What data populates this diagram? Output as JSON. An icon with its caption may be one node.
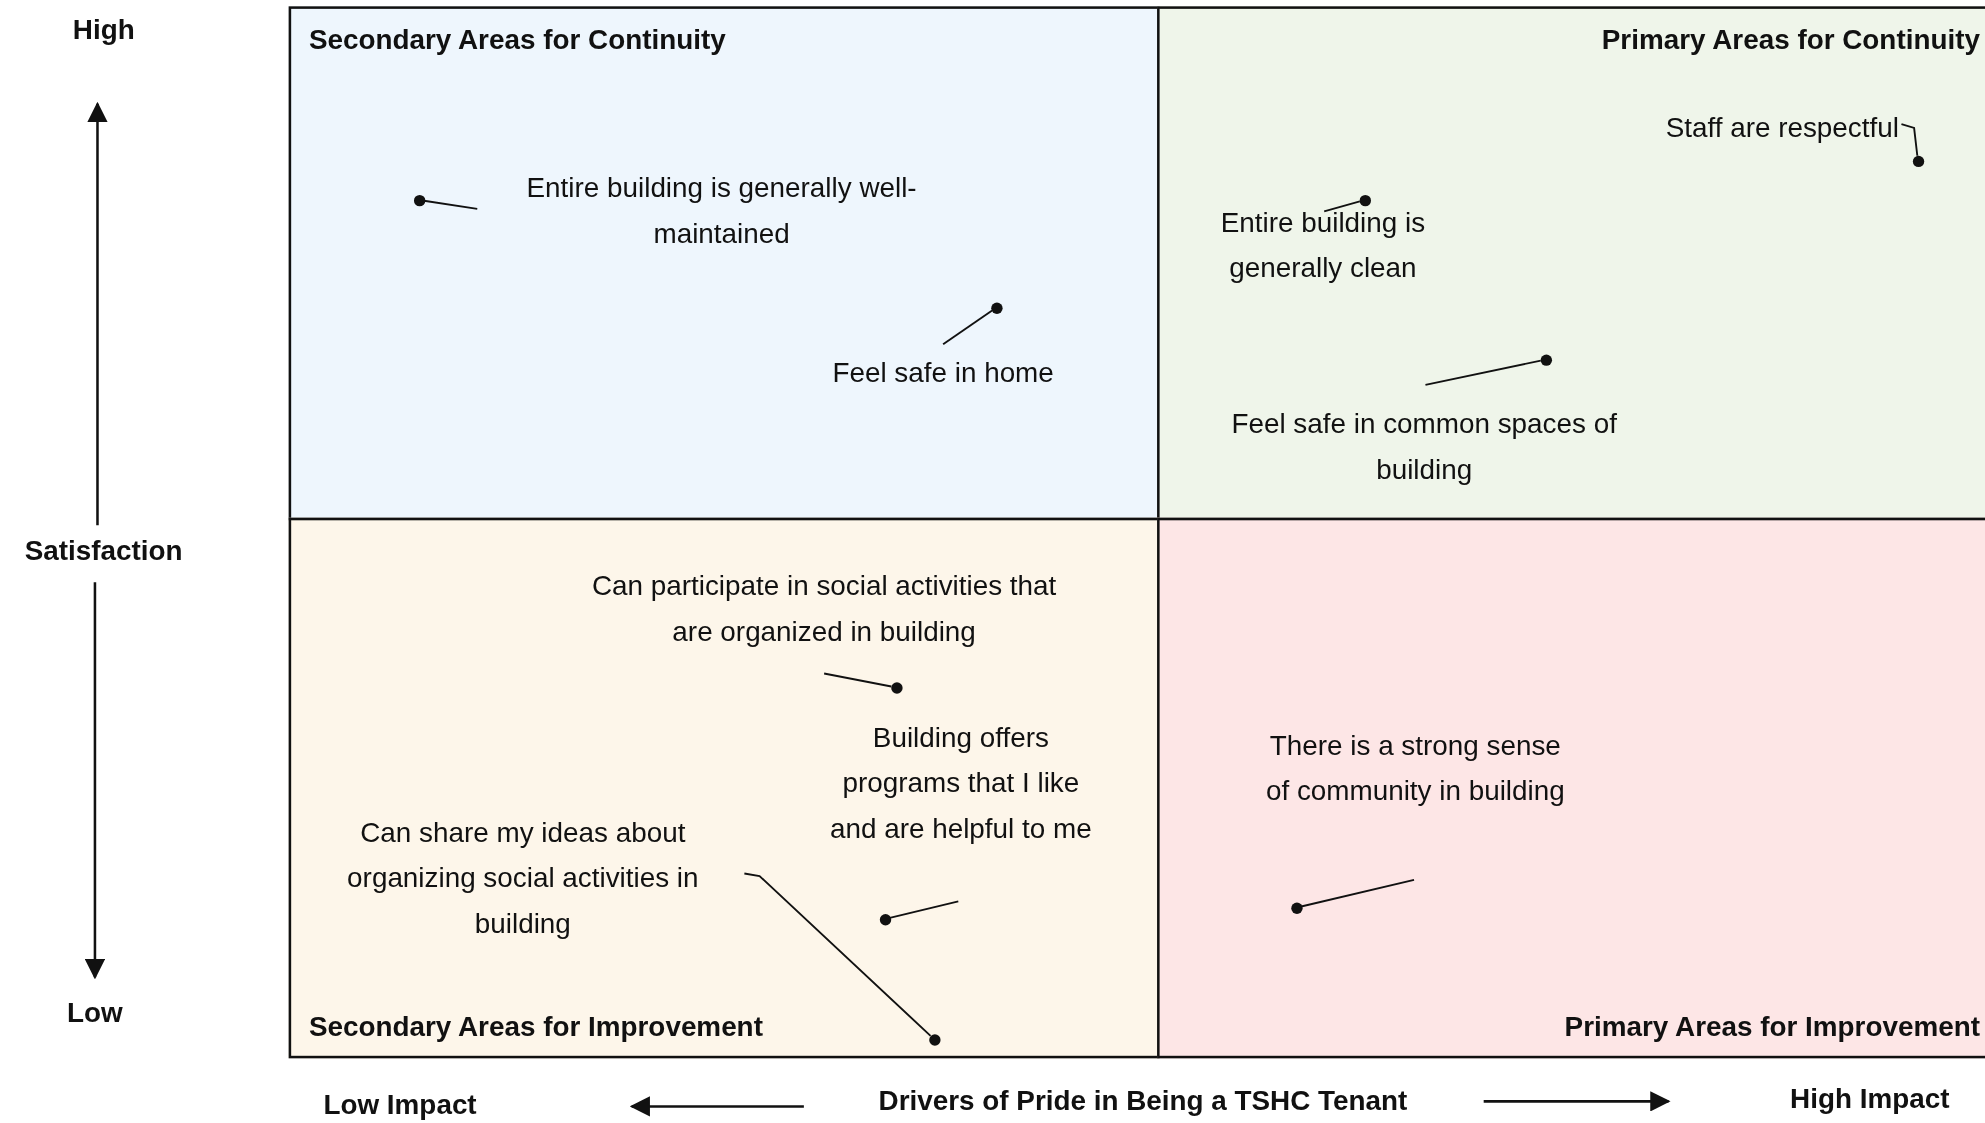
{
  "diagram": {
    "nodes": [
      {
        "text": [
          "Secondary Areas for Continuity"
        ]
      },
      {
        "text": [
          "Entire building is generally well-maintained"
        ],
        "in": 0
      },
      {
        "text": [],
        "shape": "circle",
        "in": 0
      },
      {
        "text": [
          "Feel safe in home"
        ],
        "in": 0
      },
      {
        "text": [],
        "shape": "circle",
        "in": 0
      },
      {
        "text": [
          "Primary Areas for Continuity"
        ]
      },
      {
        "text": [
          "Staff are respectful"
        ],
        "in": 5
      },
      {
        "text": [],
        "shape": "circle",
        "in": 5
      },
      {
        "text": [
          "Entire building is generally clean"
        ],
        "in": 5
      },
      {
        "text": [],
        "shape": "circle",
        "in": 5
      },
      {
        "text": [
          "Feel safe in common spaces of building"
        ],
        "in": 5
      },
      {
        "text": [],
        "shape": "circle",
        "in": 5
      },
      {
        "text": [
          "Secondary Areas for Improvement"
        ]
      },
      {
        "text": [
          "Can participate in social activities that are organized in building"
        ],
        "in": 12
      },
      {
        "text": [],
        "shape": "circle",
        "in": 12
      },
      {
        "text": [
          "Building offers programs that I like and are helpful to me"
        ],
        "in": 12
      },
      {
        "text": [],
        "shape": "circle",
        "in": 12
      },
      {
        "text": [
          "Can share my ideas about organizing social activities in building"
        ],
        "in": 12
      },
      {
        "text": [],
        "shape": "circle",
        "in": 12
      },
      {
        "text": [
          "Primary Areas for Improvement"
        ]
      },
      {
        "text": [
          "There is a strong sense of community in building"
        ],
        "in": 19
      },
      {
        "text": [],
        "shape": "circle",
        "in": 19
      }
    ],
    "edges": [
      {
        "from": 1,
        "to": 2,
        "arrow": "none"
      },
      {
        "from": 3,
        "to": 4,
        "arrow": "none"
      },
      {
        "from": 6,
        "to": 7,
        "arrow": "none"
      },
      {
        "from": 8,
        "to": 9,
        "arrow": "none"
      },
      {
        "from": 10,
        "to": 11,
        "arrow": "none"
      },
      {
        "from": 13,
        "to": 14,
        "arrow": "none"
      },
      {
        "from": 15,
        "to": 16,
        "arrow": "none"
      },
      {
        "from": 17,
        "to": 18,
        "arrow": "none"
      },
      {
        "from": 20,
        "to": 21,
        "arrow": "none"
      }
    ],
    "labels": [
      "High",
      "Satisfaction",
      "Low",
      "Low Impact",
      "Drivers of Pride in Being a TSHC Tenant",
      "High Impact"
    ]
  }
}
